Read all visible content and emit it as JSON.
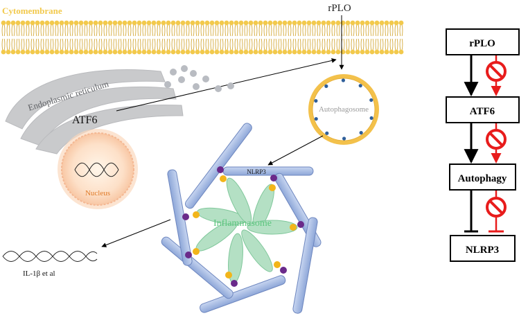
{
  "labels": {
    "cytomembrane": "Cytomembrane",
    "rplo": "rPLO",
    "er": "Endoplasmic reticulum",
    "atf6": "ATF6",
    "autophagosome": "Autophagosome",
    "nucleus": "Nucleus",
    "nlrp3": "NLRP3",
    "inflammasome": "Inflammasome",
    "il1b": "IL-1β et al"
  },
  "flowchart": {
    "steps": [
      "rPLO",
      "ATF6",
      "Autophagy",
      "NLRP3"
    ]
  },
  "colors": {
    "membrane_head": "#f2c94c",
    "membrane_tail": "#d4a93a",
    "er": "#c9cacc",
    "er_text": "#606266",
    "autophagosome_ring": "#f3c14b",
    "autophagosome_dot": "#2f5f9a",
    "nucleus": "#f8c7a4",
    "nlrp3": "#9cb3e0",
    "inflammasome": "#b4e0c4",
    "inflammasome_text": "#5bc57d",
    "dot_purple": "#6a2a8a",
    "dot_yellow": "#f2b51a",
    "inhibit_red": "#e81c1c",
    "nucleus_text": "#e07a27"
  }
}
